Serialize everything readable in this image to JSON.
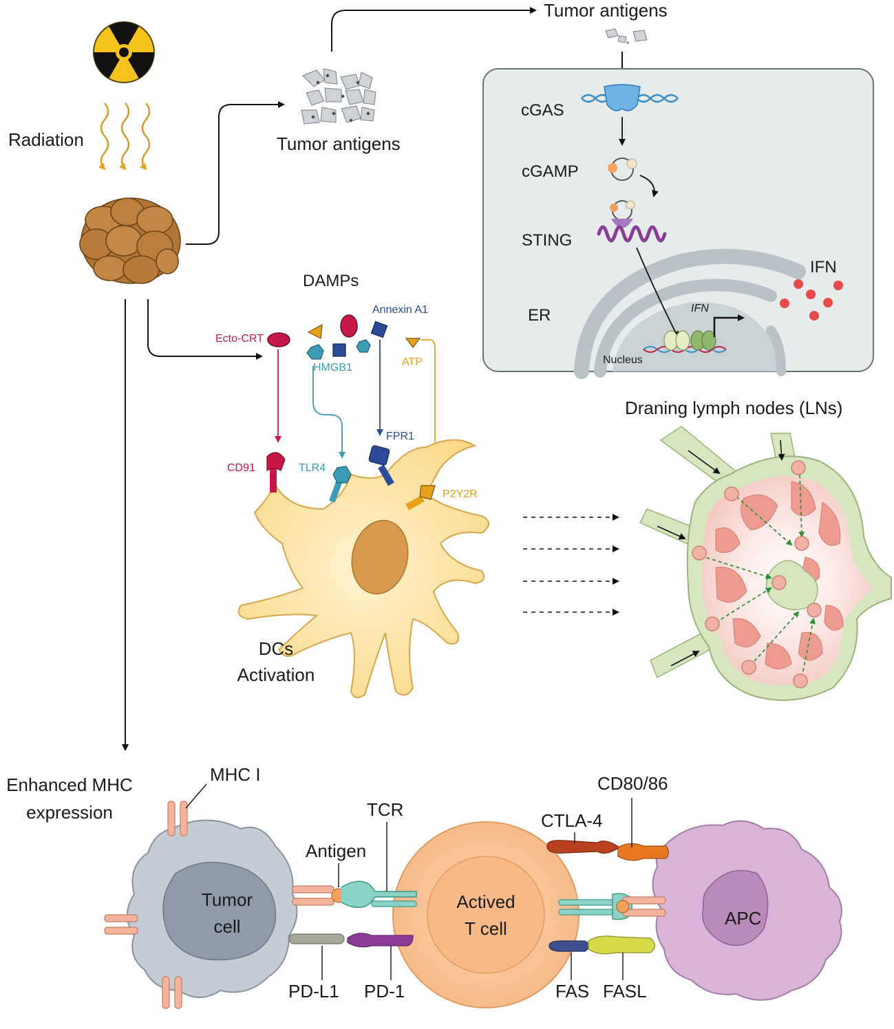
{
  "colors": {
    "radiation_yellow": "#f6c21c",
    "tumor_brown": "#b87a3a",
    "crt_red": "#c8184a",
    "hmgb1_teal": "#3c9bb5",
    "annexin_blue": "#2a4b98",
    "atp_orange": "#e6a21a",
    "dc_yellow": "#fbd98a",
    "panel_bg": "#e6eceb",
    "ifn_red": "#e84a4a",
    "lymph_green": "#d6e6be",
    "tcell_orange": "#f8c99e",
    "apc_purple": "#d8b4d9",
    "tumor_cell_gray": "#c4ccd6"
  },
  "labels": {
    "radiation": "Radiation",
    "tumor_antigens_mid": "Tumor antigens",
    "tumor_antigens_top": "Tumor antigens",
    "cgas": "cGAS",
    "cgamp": "cGAMP",
    "sting": "STING",
    "er": "ER",
    "nucleus": "Nucleus",
    "ifn_gene": "IFN",
    "ifn": "IFN",
    "damps": "DAMPs",
    "ecto_crt": "Ecto-CRT",
    "hmgb1": "HMGB1",
    "annexin_a1": "Annexin A1",
    "atp": "ATP",
    "cd91": "CD91",
    "tlr4": "TLR4",
    "fpr1": "FPR1",
    "p2y2r": "P2Y2R",
    "dcs_line1": "DCs",
    "dcs_line2": "Activation",
    "lymph_nodes": "Draning lymph nodes (LNs)",
    "enhanced_mhc_line1": "Enhanced MHC",
    "enhanced_mhc_line2": "expression",
    "mhc_i": "MHC I",
    "tcr": "TCR",
    "antigen": "Antigen",
    "tumor_cell_line1": "Tumor",
    "tumor_cell_line2": "cell",
    "tcell_line1": "Actived",
    "tcell_line2": "T cell",
    "apc": "APC",
    "ctla4": "CTLA-4",
    "cd80_86": "CD80/86",
    "pdl1": "PD-L1",
    "pd1": "PD-1",
    "fas": "FAS",
    "fasl": "FASL"
  }
}
